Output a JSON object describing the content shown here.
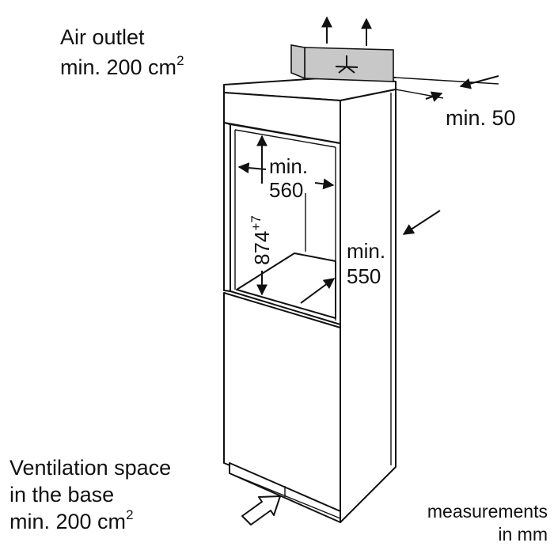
{
  "air_outlet": {
    "line1": "Air outlet",
    "line2": "min. 200 cm",
    "sup": "2"
  },
  "top_gap": {
    "label": "min. 50"
  },
  "niche_width": {
    "line1": "min.",
    "line2": "560"
  },
  "niche_height": {
    "value": "874",
    "sup": "+7"
  },
  "depth": {
    "line1": "min.",
    "line2": "550"
  },
  "base_vent": {
    "line1": "Ventilation space",
    "line2": "in the base",
    "line3": "min. 200 cm",
    "sup": "2"
  },
  "units": {
    "line1": "measurements",
    "line2": "in mm"
  },
  "vent_symbol": {
    "icon": "fan-symbol-icon"
  }
}
